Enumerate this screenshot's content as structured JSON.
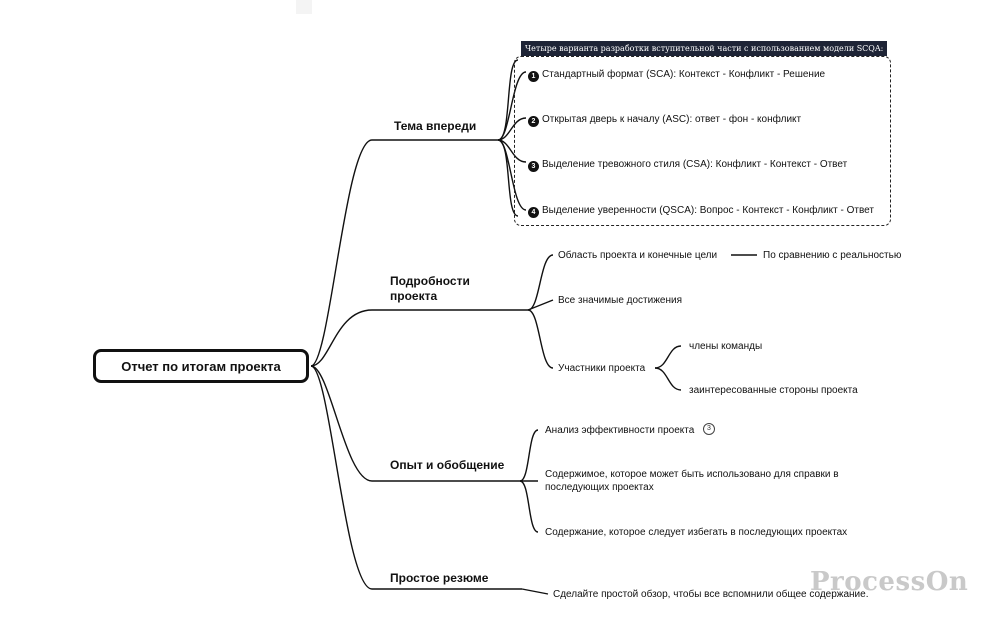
{
  "root": {
    "label": "Отчет по итогам проекта"
  },
  "branches": [
    {
      "label": "Тема впереди",
      "callout": {
        "title": "Четыре варианта разработки вступительной части с использованием модели SCQA:",
        "items": [
          {
            "num": "1",
            "text": "Стандартный формат (SCA): Контекст - Конфликт - Решение"
          },
          {
            "num": "2",
            "text": "Открытая дверь к началу (ASC): ответ - фон - конфликт"
          },
          {
            "num": "3",
            "text": "Выделение тревожного стиля (CSA): Конфликт - Контекст - Ответ"
          },
          {
            "num": "4",
            "text": "Выделение уверенности (QSCA): Вопрос - Контекст - Конфликт - Ответ"
          }
        ]
      }
    },
    {
      "label": "Подробности проекта",
      "children": [
        {
          "text": "Область проекта и конечные цели",
          "child": "По сравнению с реальностью"
        },
        {
          "text": "Все значимые достижения"
        },
        {
          "text": "Участники проекта",
          "children": [
            "члены команды",
            "заинтересованные стороны проекта"
          ]
        }
      ]
    },
    {
      "label": "Опыт и обобщение",
      "children": [
        {
          "text": "Анализ эффективности проекта",
          "badge": "3"
        },
        {
          "text": "Содержимое, которое может быть использовано для справки в последующих проектах"
        },
        {
          "text": "Содержание, которое следует избегать в последующих проектах"
        }
      ]
    },
    {
      "label": "Простое резюме",
      "children": [
        {
          "text": "Сделайте простой обзор, чтобы все вспомнили общее содержание."
        }
      ]
    }
  ],
  "watermark": "ProcessOn"
}
